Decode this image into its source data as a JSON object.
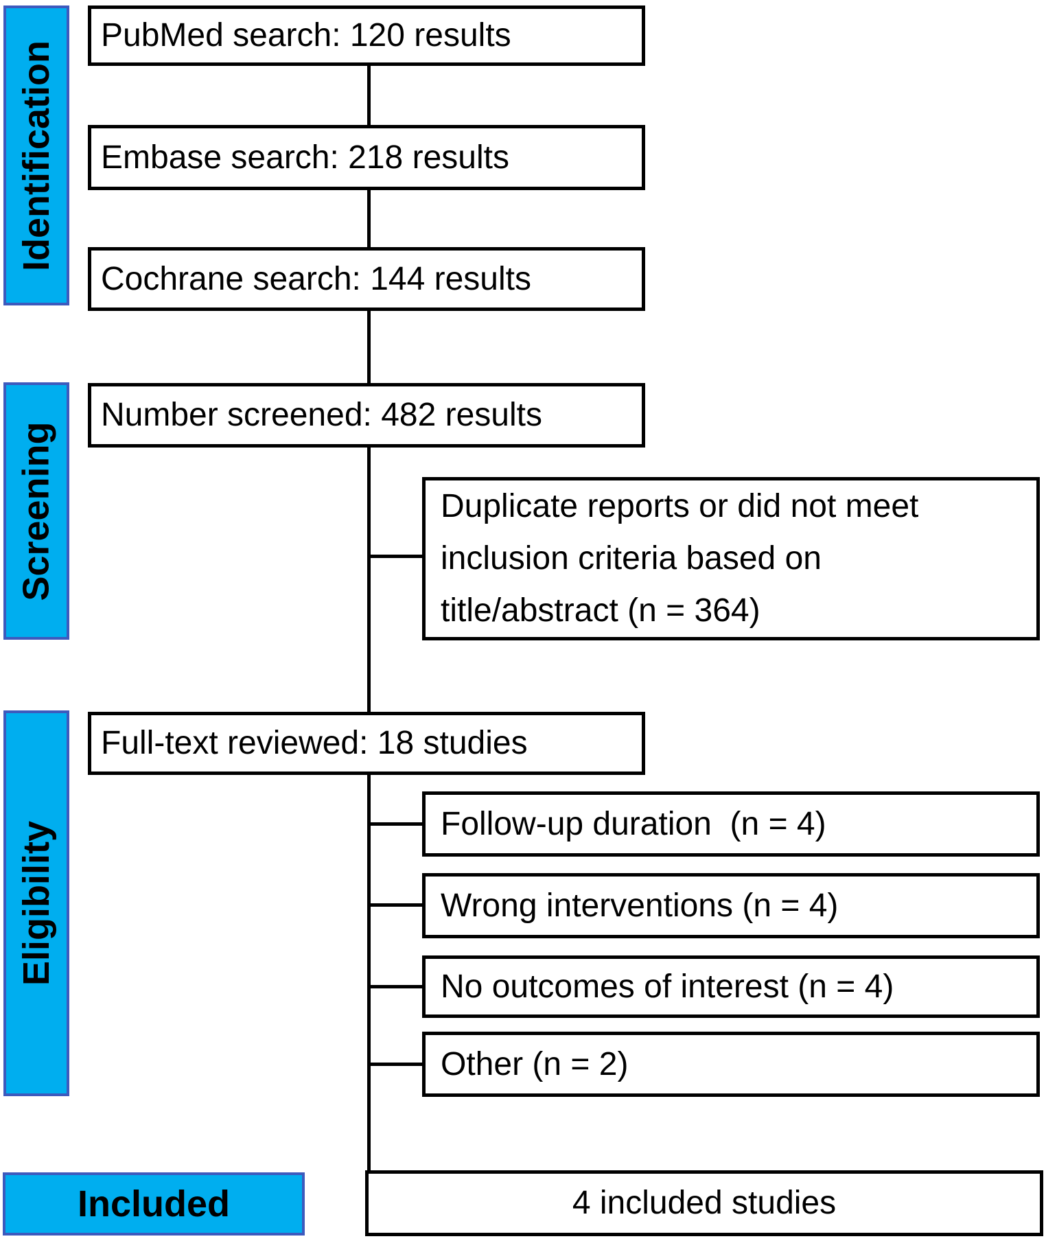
{
  "stages": {
    "identification": "Identification",
    "screening": "Screening",
    "eligibility": "Eligibility",
    "included": "Included"
  },
  "flow": {
    "pubmed": "PubMed search: 120 results",
    "embase": "Embase search: 218 results",
    "cochrane": "Cochrane search: 144 results",
    "screened": "Number screened: 482 results",
    "fulltext": "Full-text reviewed: 18 studies",
    "included": "4 included studies"
  },
  "exclusions": {
    "duplicate": "Duplicate reports or did not meet\ninclusion criteria based on\ntitle/abstract (n = 364)",
    "followup": "Follow-up duration  (n = 4)",
    "wrong": "Wrong interventions (n = 4)",
    "no_outcomes": "No outcomes of interest (n = 4)",
    "other": "Other (n = 2)"
  },
  "colors": {
    "stage_fill": "#00AEEF",
    "stage_border": "#3D5ABD",
    "box_fill": "#FFFFFF",
    "box_border": "#000000",
    "connector": "#000000",
    "text": "#000000"
  }
}
